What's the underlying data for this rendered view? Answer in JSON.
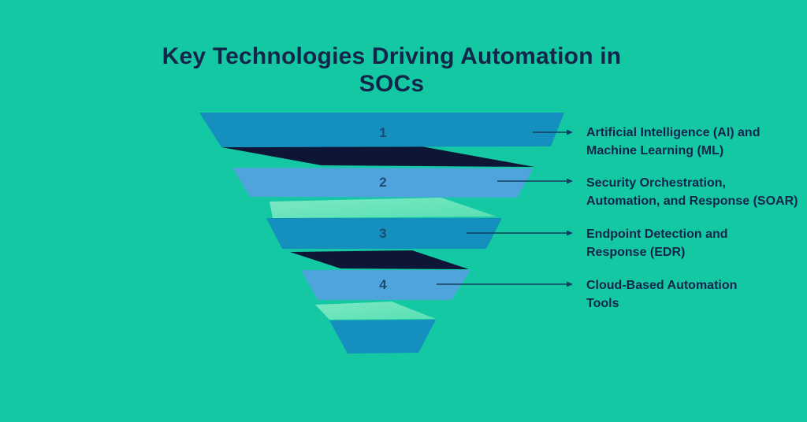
{
  "title": {
    "line1": "Key Technologies Driving Automation in",
    "line2": "SOCs"
  },
  "funnel": {
    "tiers": [
      {
        "number": "1",
        "label": {
          "line1": "Artificial Intelligence (AI) and",
          "line2": "Machine Learning (ML)"
        }
      },
      {
        "number": "2",
        "label": {
          "line1": "Security Orchestration,",
          "line2": "Automation, and Response (SOAR)"
        }
      },
      {
        "number": "3",
        "label": {
          "line1": "Endpoint Detection and",
          "line2": "Response (EDR)"
        }
      },
      {
        "number": "4",
        "label": {
          "line1": "Cloud-Based Automation",
          "line2": "Tools"
        }
      }
    ]
  },
  "colors": {
    "background": "#14C8A3",
    "tier_blue": "#158FBE",
    "tier_light_blue": "#4FA5DB",
    "band_dark_navy": "#0E1638",
    "band_mint": "#58E0B2",
    "band_mint_light": "#7CE8C4",
    "title_text": "#13264A",
    "label_text": "#13264A",
    "number_text": "#1B4B74",
    "arrow": "#143D5E"
  }
}
